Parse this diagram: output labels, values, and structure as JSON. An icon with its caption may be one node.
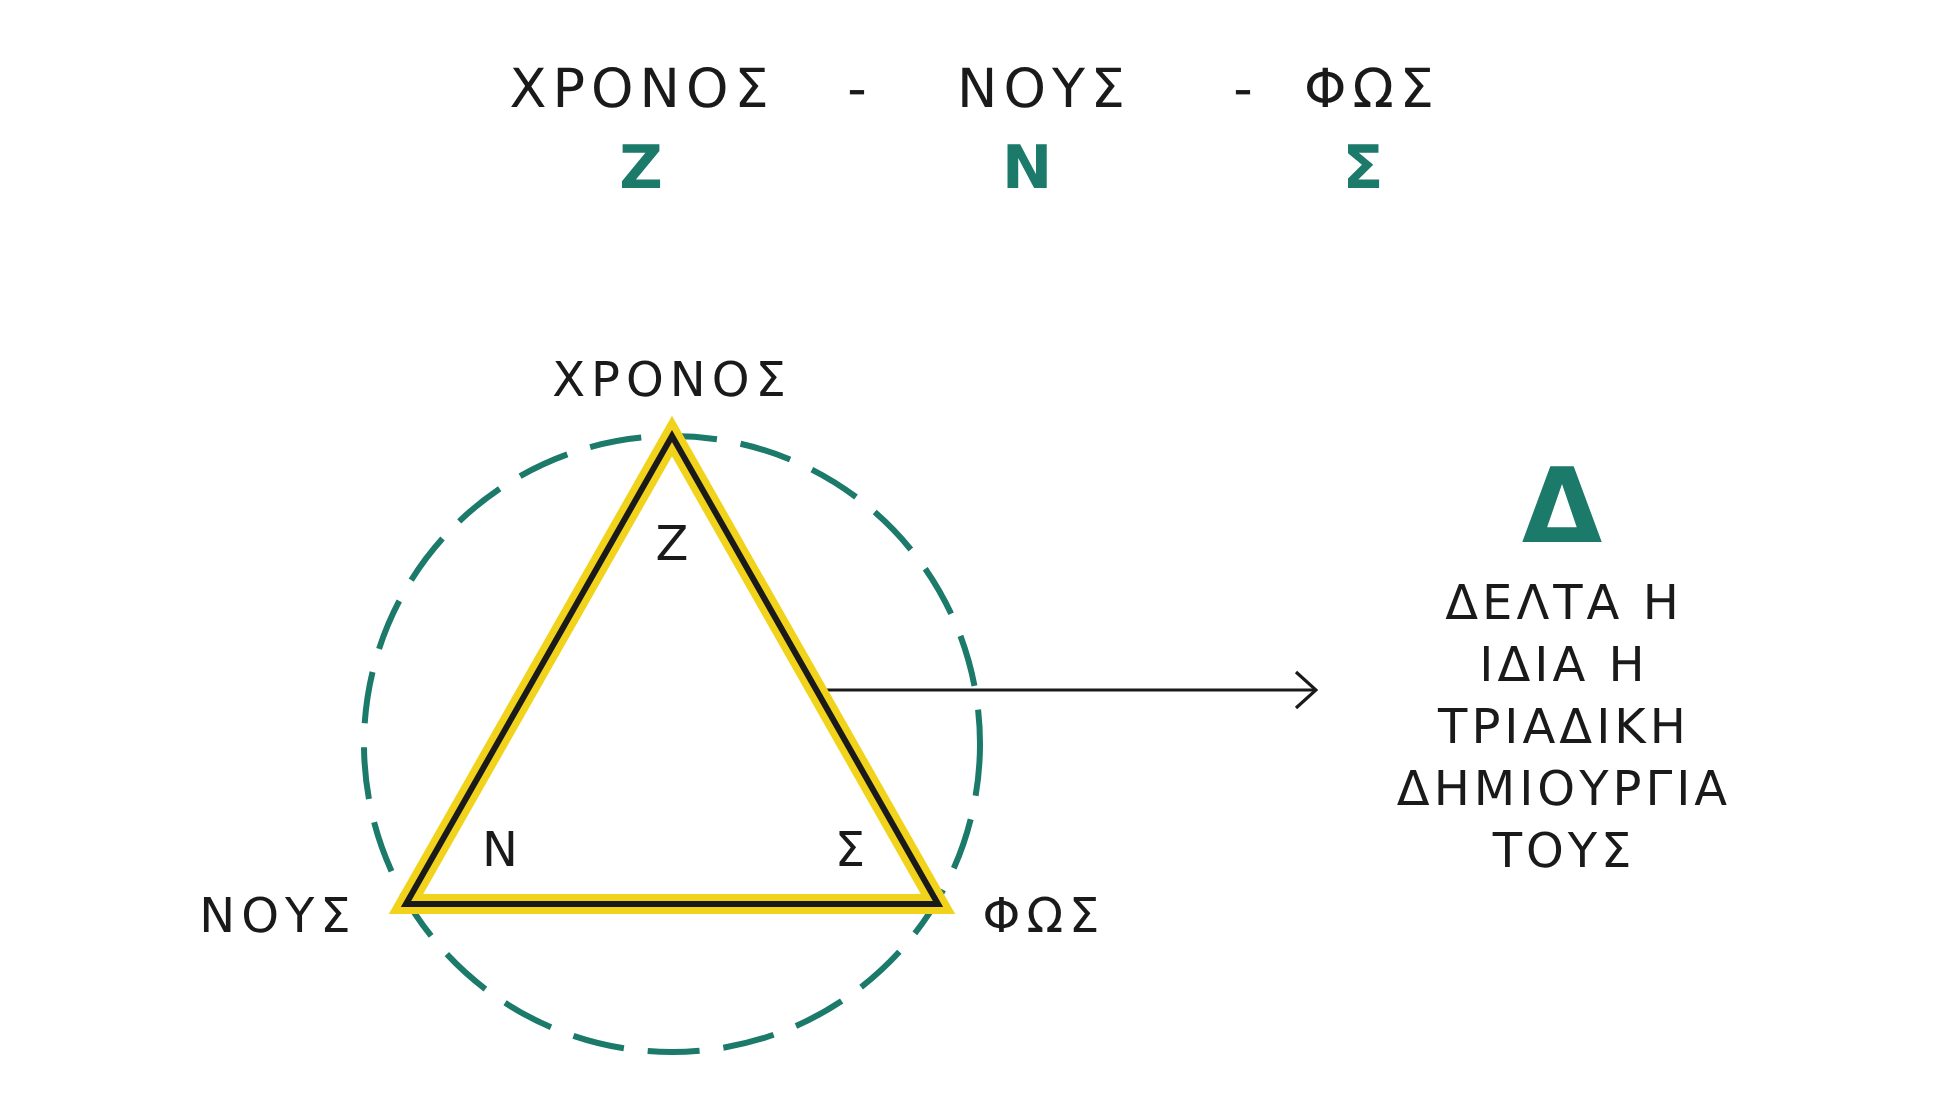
{
  "diagram": {
    "nodes": [
      {
        "text": [],
        "shape": "circle"
      },
      {
        "text": [
          "Ζ",
          "Ν",
          "Σ"
        ],
        "in": 0
      },
      {
        "text": [
          "Δ",
          "ΔΕΛΤΑ Η ΙΔΙΑ Η ΤΡΙΑΔΙΚΗ ΔΗΜΙΟΥΡΓΙΑ ΤΟΥΣ"
        ]
      }
    ],
    "edges": [
      {
        "from": 1,
        "to": 2,
        "arrow": "to"
      }
    ],
    "labels": [
      "ΧΡΟΝΟΣ",
      "-",
      "ΝΟΥΣ",
      "-",
      "ΦΩΣ",
      "Ζ",
      "Ν",
      "Σ",
      "ΧΡΟΝΟΣ",
      "ΝΟΥΣ",
      "ΦΩΣ"
    ]
  }
}
